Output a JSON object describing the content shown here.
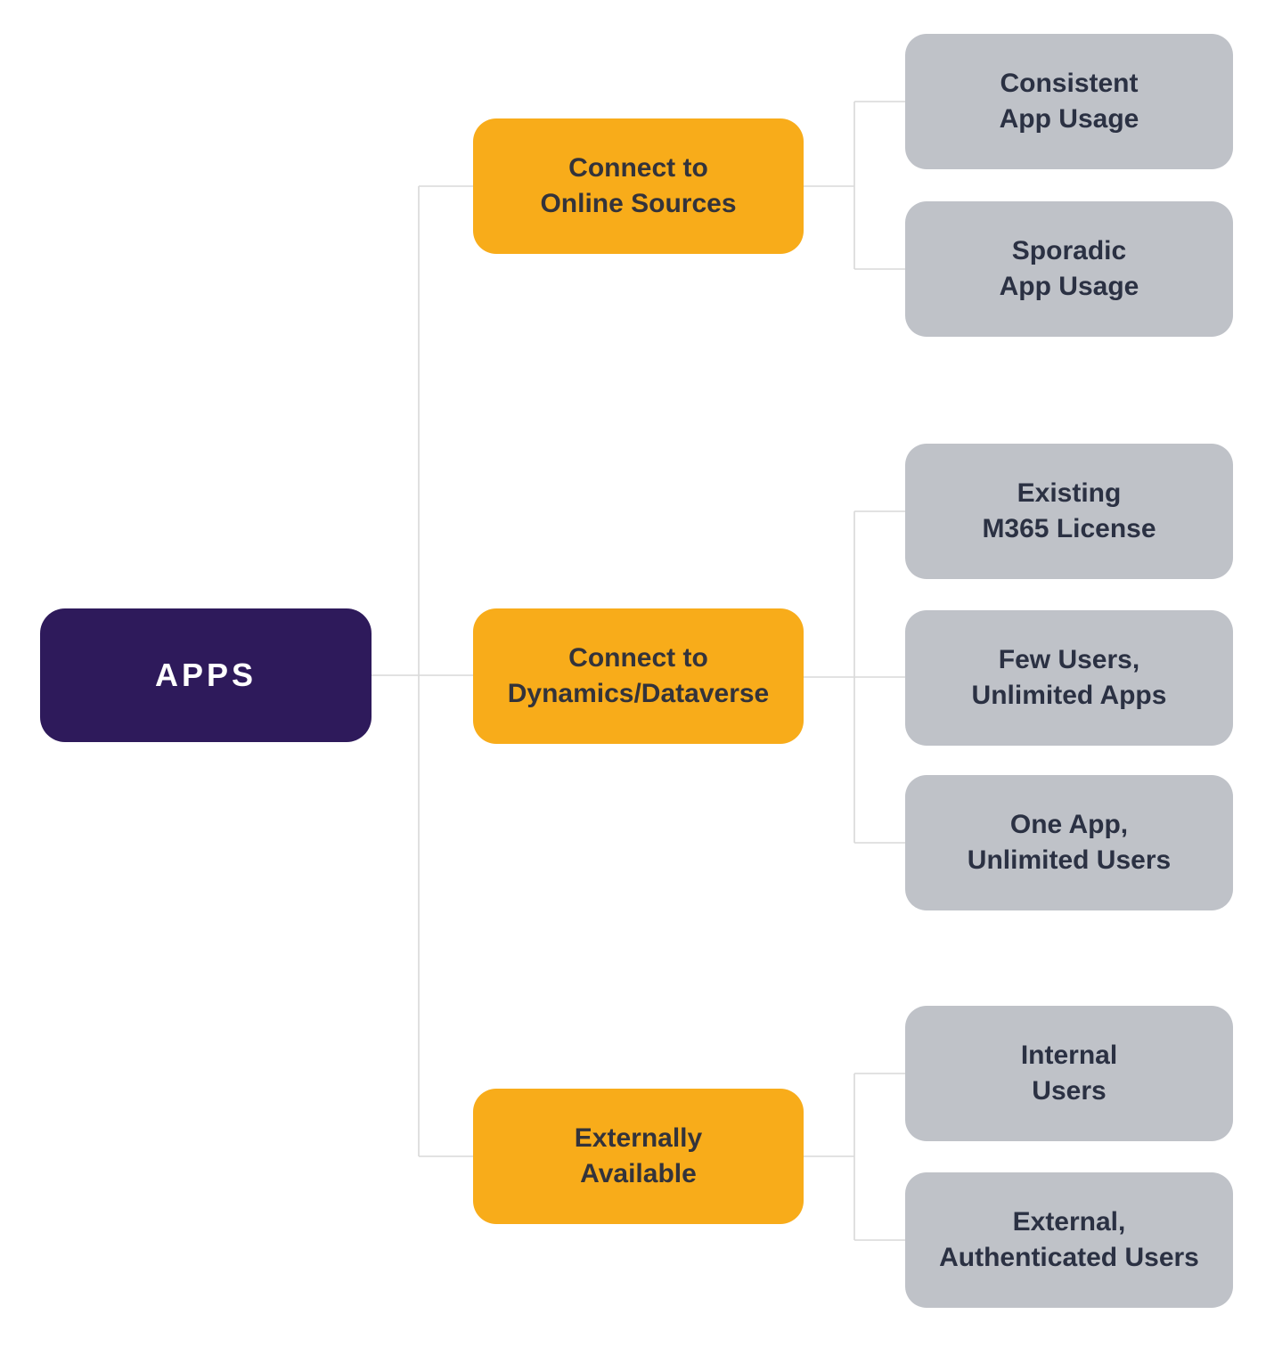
{
  "diagram": {
    "root": {
      "label": "APPS"
    },
    "branches": [
      {
        "label": "Connect to\nOnline Sources"
      },
      {
        "label": "Connect to\nDynamics/Dataverse"
      },
      {
        "label": "Externally\nAvailable"
      }
    ],
    "leaves": [
      {
        "label": "Consistent\nApp Usage"
      },
      {
        "label": "Sporadic\nApp Usage"
      },
      {
        "label": "Existing\nM365 License"
      },
      {
        "label": "Few Users,\nUnlimited Apps"
      },
      {
        "label": "One App,\nUnlimited Users"
      },
      {
        "label": "Internal\nUsers"
      },
      {
        "label": "External,\nAuthenticated Users"
      }
    ],
    "colors": {
      "root_bg": "#2E1A5B",
      "branch_bg": "#F8AC1A",
      "leaf_bg": "#BFC2C8",
      "root_text": "#FFFFFF",
      "branch_text": "#33333B",
      "leaf_text": "#2B3143",
      "connector": "#D9D9D9",
      "background": "#FFFFFF"
    }
  }
}
